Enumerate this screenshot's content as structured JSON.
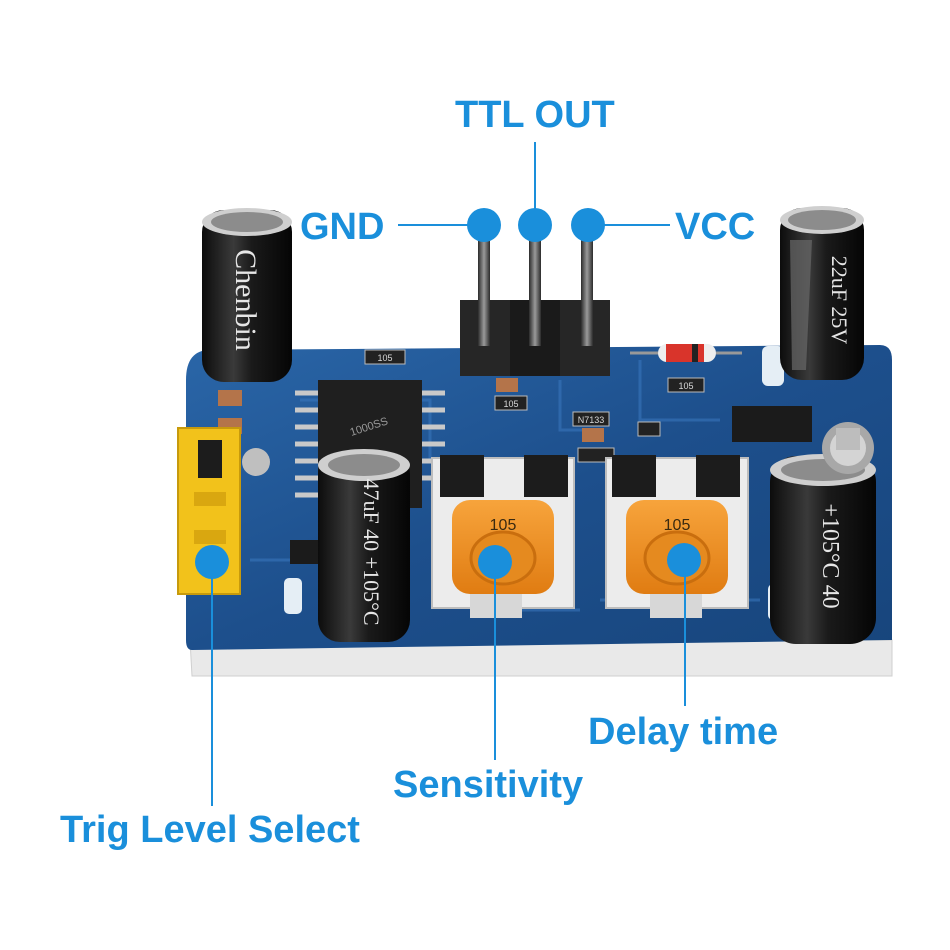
{
  "callouts": {
    "ttl_out": "TTL OUT",
    "gnd": "GND",
    "vcc": "VCC",
    "delay_time": "Delay time",
    "sensitivity": "Sensitivity",
    "trig_level_select": "Trig Level Select"
  },
  "board": {
    "left_capacitor_print": "Chenbin",
    "right_capacitor_print": "22uF 25V",
    "middle_capacitor_print": "47uF 40 +105°C",
    "lower_right_capacitor_print": "+105°C 40",
    "sensitivity_pot_print": "105",
    "delay_pot_print": "105",
    "chip_print": "1000SS",
    "resistor_prints": [
      "105",
      "105",
      "105",
      "N7133"
    ]
  },
  "colors": {
    "callout_blue": "#1a8fdb",
    "pcb_blue": "#1d4f8c",
    "pot_orange": "#f08a1c",
    "jumper_yellow": "#f2c21b"
  }
}
